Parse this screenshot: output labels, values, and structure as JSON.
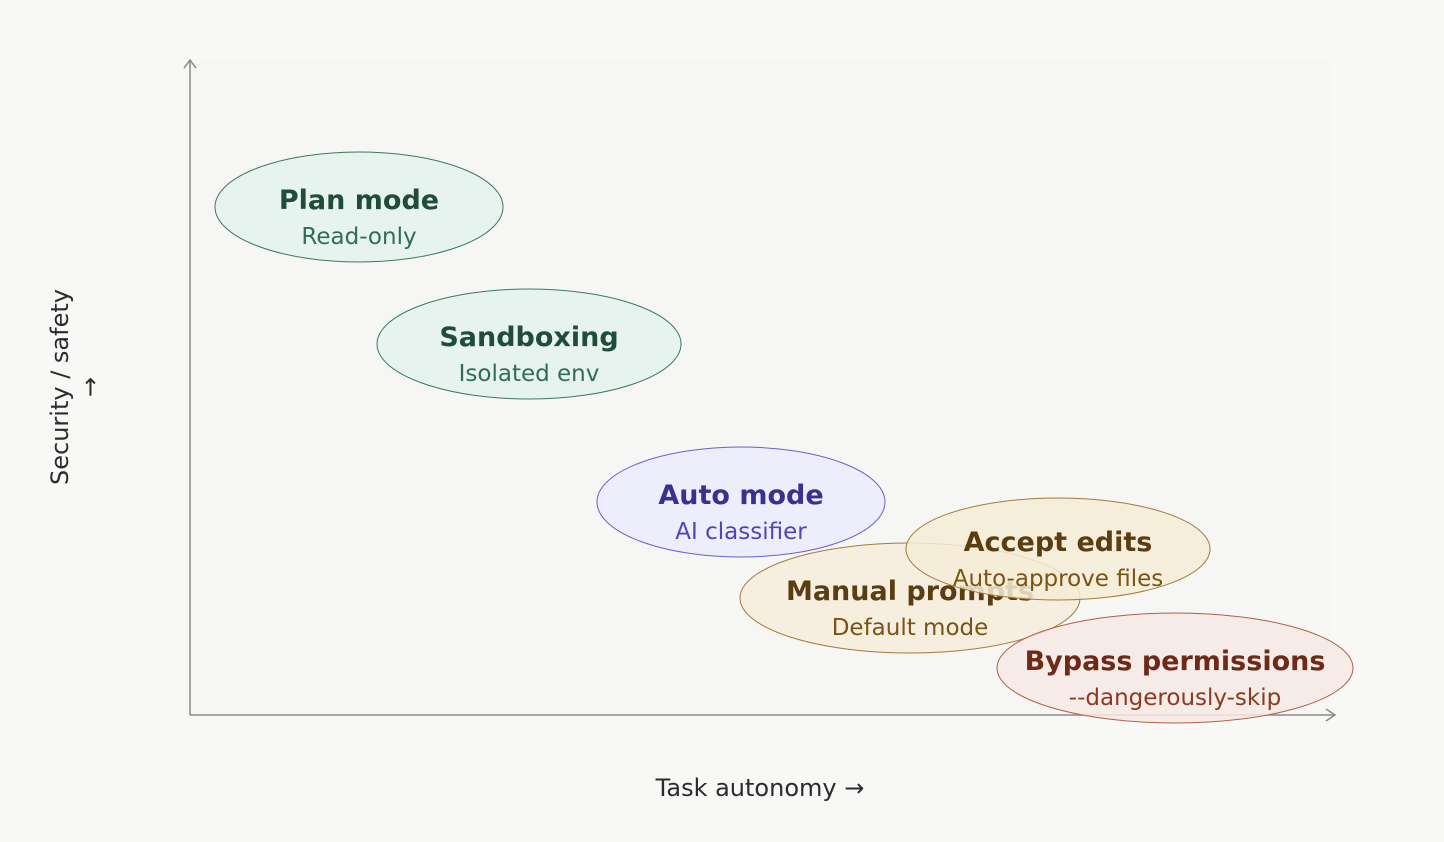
{
  "axes": {
    "x_label": "Task autonomy →",
    "y_label": "Security / safety →"
  },
  "nodes": [
    {
      "id": "plan",
      "title": "Plan mode",
      "subtitle": "Read-only",
      "fill": "#e4f2ec",
      "stroke": "#3a7a5c",
      "title_color": "#1f4d3a",
      "sub_color": "#2f6e54"
    },
    {
      "id": "sandbox",
      "title": "Sandboxing",
      "subtitle": "Isolated env",
      "fill": "#e4f2ec",
      "stroke": "#3a7a5c",
      "title_color": "#1f4d3a",
      "sub_color": "#2f6e54"
    },
    {
      "id": "auto",
      "title": "Auto mode",
      "subtitle": "AI classifier",
      "fill": "#ecebfb",
      "stroke": "#6a5fcf",
      "title_color": "#3b2f8f",
      "sub_color": "#5044b8"
    },
    {
      "id": "manual",
      "title": "Manual prompts",
      "subtitle": "Default mode",
      "fill": "#f6ecda",
      "stroke": "#a57a3a",
      "title_color": "#5a3d10",
      "sub_color": "#7a5414"
    },
    {
      "id": "accept",
      "title": "Accept edits",
      "subtitle": "Auto-approve files",
      "fill": "#f5ecd6",
      "stroke": "#a57a3a",
      "title_color": "#5a3d10",
      "sub_color": "#7a5414"
    },
    {
      "id": "bypass",
      "title": "Bypass permissions",
      "subtitle": "--dangerously-skip",
      "fill": "#f6e9e4",
      "stroke": "#b06045",
      "title_color": "#6e2a17",
      "sub_color": "#8a3a22"
    }
  ]
}
